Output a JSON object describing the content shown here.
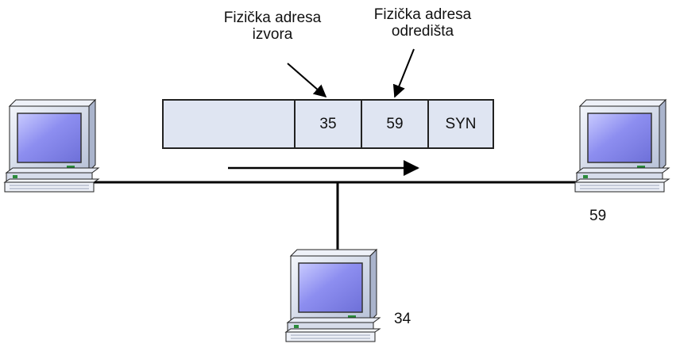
{
  "annotations": {
    "source_label": "Fizička adresa\nizvora",
    "destination_label": "Fizička adresa\nodredišta"
  },
  "frame": {
    "cells": [
      "",
      "35",
      "59",
      "SYN"
    ]
  },
  "hosts": {
    "left": {
      "label": ""
    },
    "right": {
      "label": "59"
    },
    "bottom": {
      "label": "34"
    }
  },
  "colors": {
    "frame_fill": "#dfe5f2",
    "monitor_body": "#dde4f1",
    "screen": "#8d8ef0",
    "line": "#000000"
  },
  "icons": [
    "desktop-computer-icon",
    "arrow-right-icon"
  ]
}
